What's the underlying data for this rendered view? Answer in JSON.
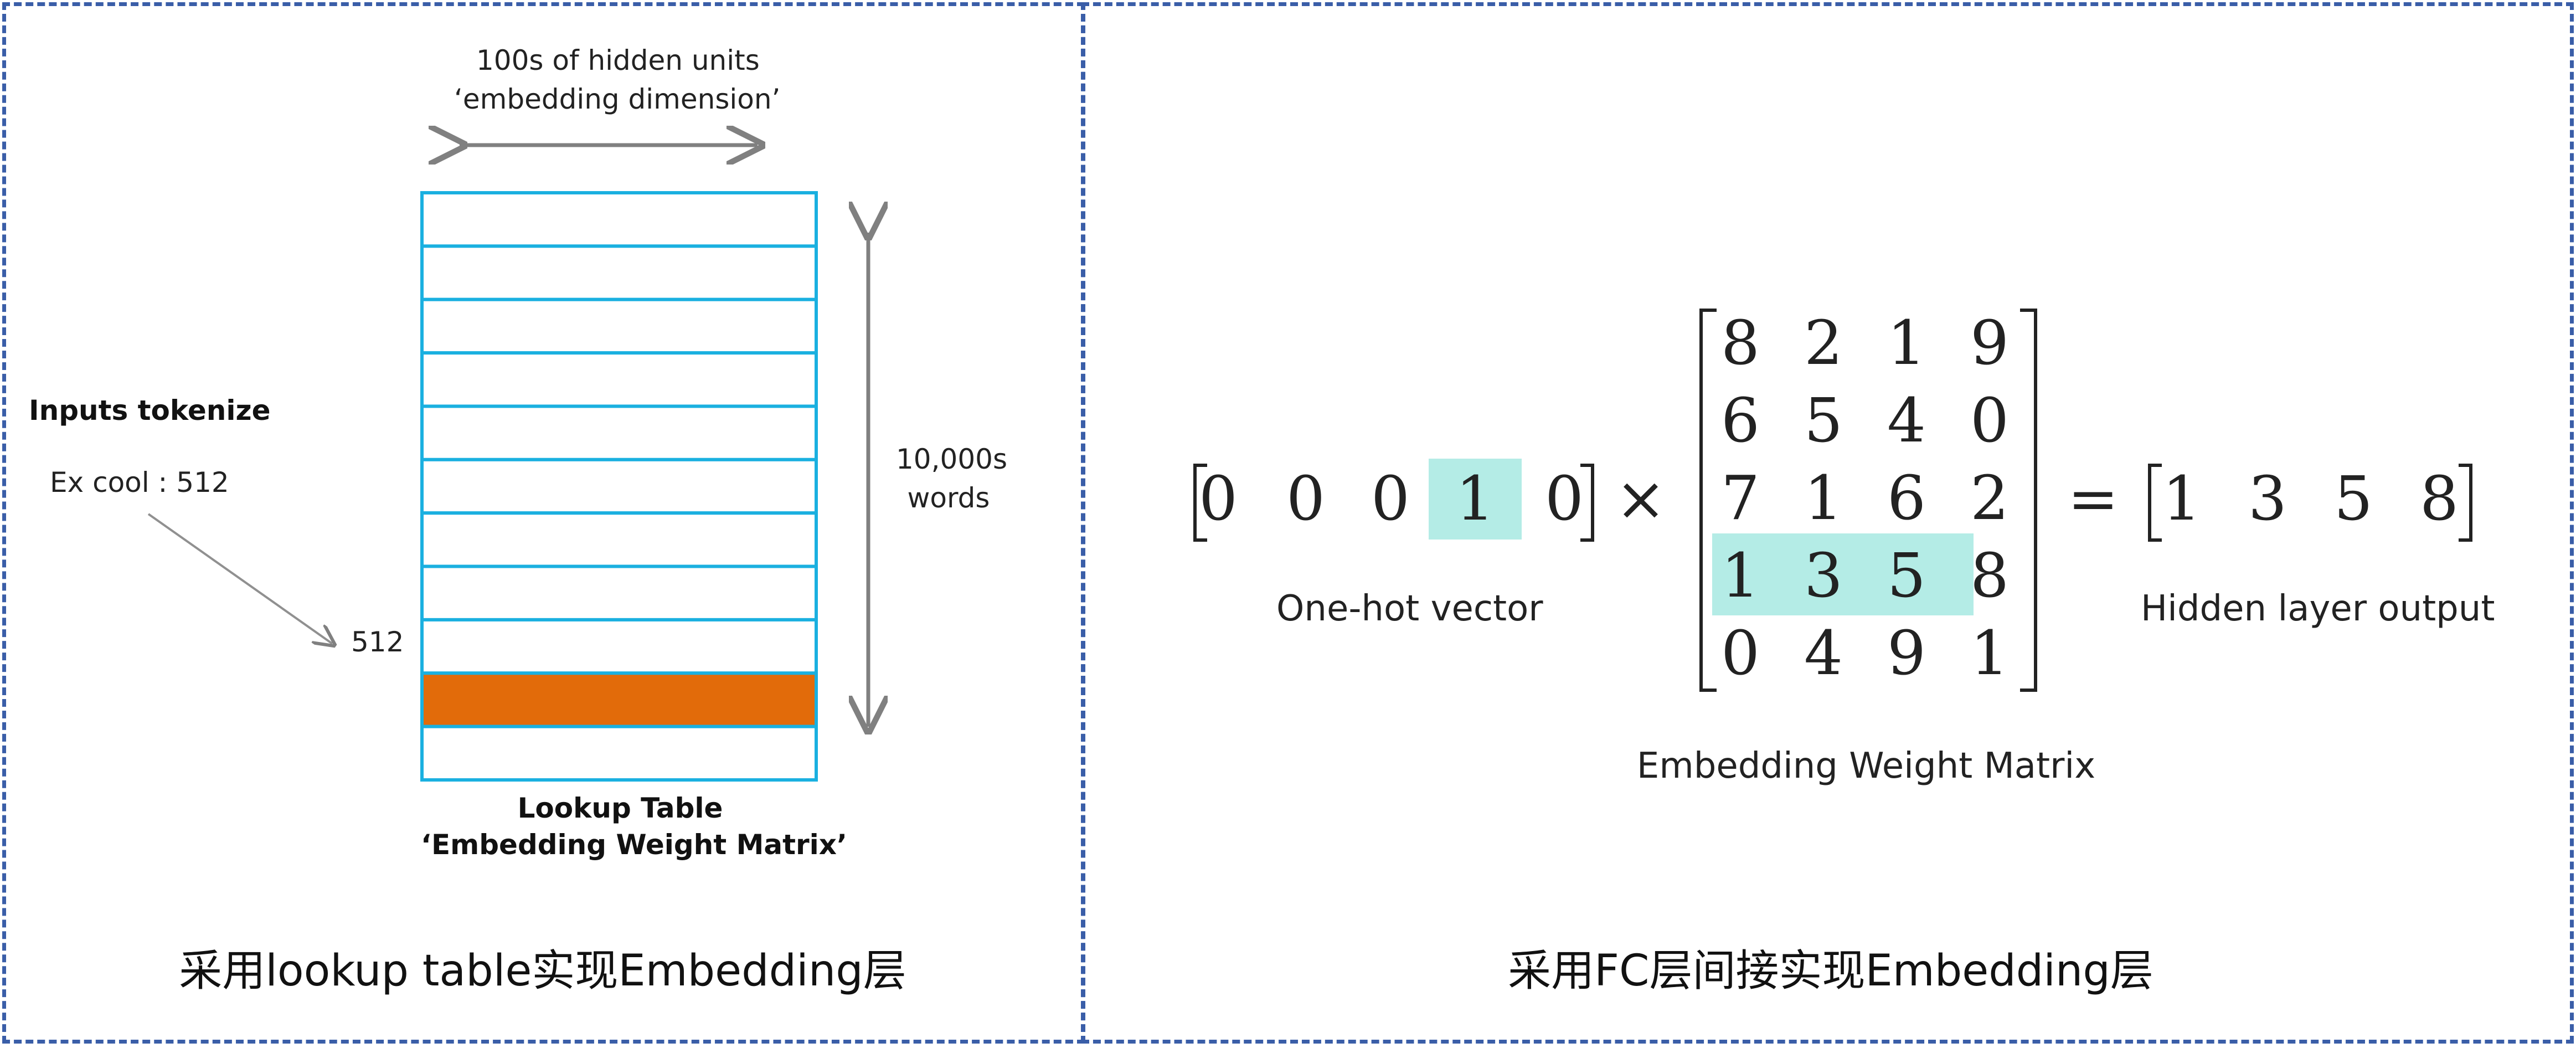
{
  "left": {
    "top_label_line1": "100s of hidden units",
    "top_label_line2": "‘embedding dimension’",
    "right_label_line1": "10,000s",
    "right_label_line2": "words",
    "inputs_title": "Inputs tokenize",
    "example": "Ex cool : 512",
    "row_label": "512",
    "table_caption_line1": "Lookup Table",
    "table_caption_line2": "‘Embedding Weight Matrix’",
    "caption": "采用lookup table实现Embedding层",
    "table_rows": 11,
    "highlighted_row": 9,
    "colors": {
      "table_border": "#1ab0e0",
      "highlight": "#e26b0a",
      "arrow": "#808080"
    }
  },
  "right": {
    "one_hot": [
      "0",
      "0",
      "0",
      "1",
      "0"
    ],
    "one_hot_highlight_index": 3,
    "times_symbol": "×",
    "equals_symbol": "=",
    "matrix": [
      [
        "8",
        "2",
        "1",
        "9"
      ],
      [
        "6",
        "5",
        "4",
        "0"
      ],
      [
        "7",
        "1",
        "6",
        "2"
      ],
      [
        "1",
        "3",
        "5",
        "8"
      ],
      [
        "0",
        "4",
        "9",
        "1"
      ]
    ],
    "matrix_highlight_row": 3,
    "output": [
      "1",
      "3",
      "5",
      "8"
    ],
    "one_hot_label": "One-hot vector",
    "output_label": "Hidden layer output",
    "matrix_label": "Embedding Weight Matrix",
    "caption": "采用FC层间接实现Embedding层",
    "colors": {
      "highlight": "#b4ece6",
      "border": "#3a5ea8"
    }
  }
}
